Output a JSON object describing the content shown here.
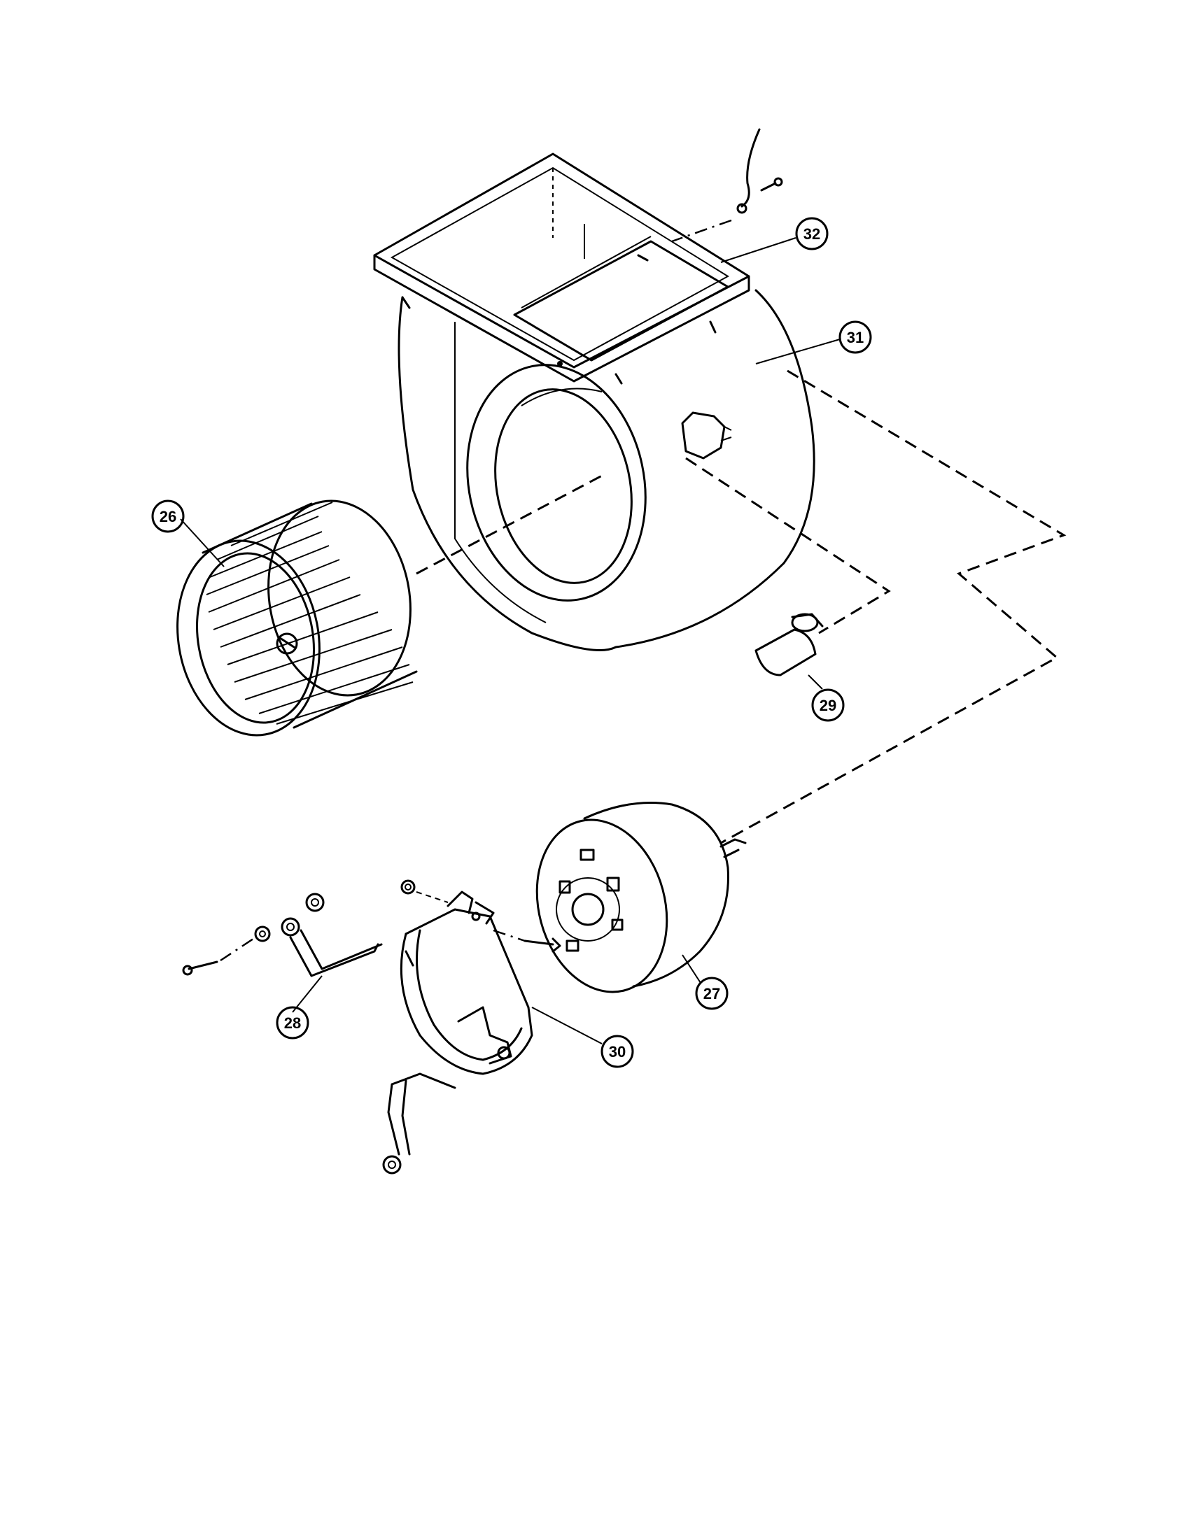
{
  "diagram": {
    "parts": [
      {
        "id": "p26",
        "label": "26",
        "name": "blower-wheel"
      },
      {
        "id": "p27",
        "label": "27",
        "name": "motor"
      },
      {
        "id": "p28",
        "label": "28",
        "name": "motor-mount-leg"
      },
      {
        "id": "p29",
        "label": "29",
        "name": "capacitor"
      },
      {
        "id": "p30",
        "label": "30",
        "name": "motor-mount-band"
      },
      {
        "id": "p31",
        "label": "31",
        "name": "blower-housing"
      },
      {
        "id": "p32",
        "label": "32",
        "name": "mounting-bracket"
      }
    ]
  }
}
